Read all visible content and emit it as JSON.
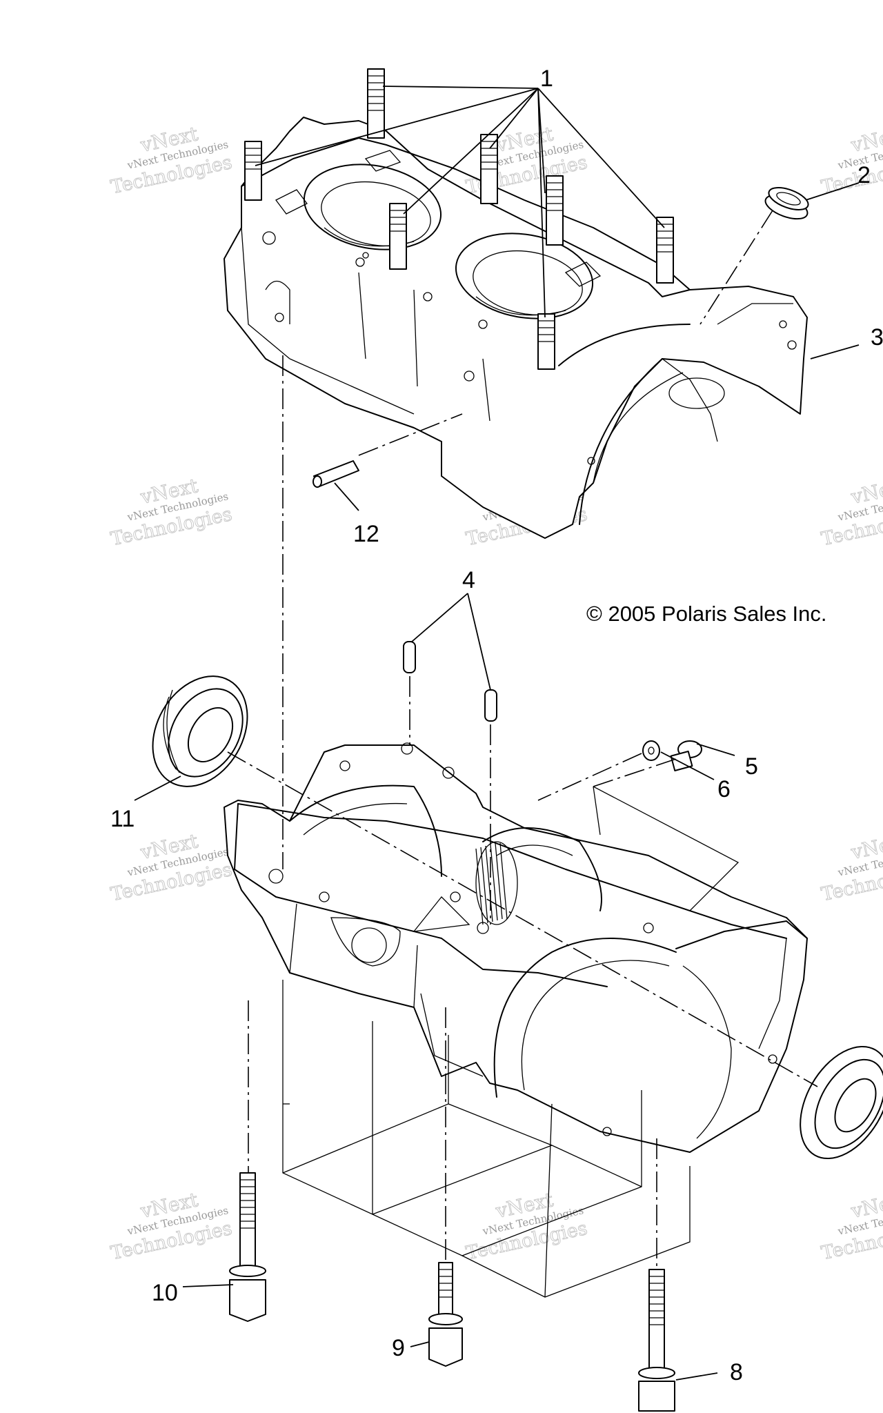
{
  "diagram": {
    "copyright": "© 2005 Polaris Sales Inc.",
    "watermark": {
      "line1": "vNext Technologies",
      "line2": "vNext",
      "line3": "Technologies"
    },
    "callouts": [
      "1",
      "2",
      "3",
      "4",
      "5",
      "6",
      "8",
      "9",
      "10",
      "11",
      "12"
    ],
    "icons": [
      "upper-crankcase-drawing",
      "lower-crankcase-drawing",
      "seal-icon",
      "bolt-icon",
      "dowel-pin-icon",
      "plug-icon",
      "washer-icon"
    ]
  }
}
